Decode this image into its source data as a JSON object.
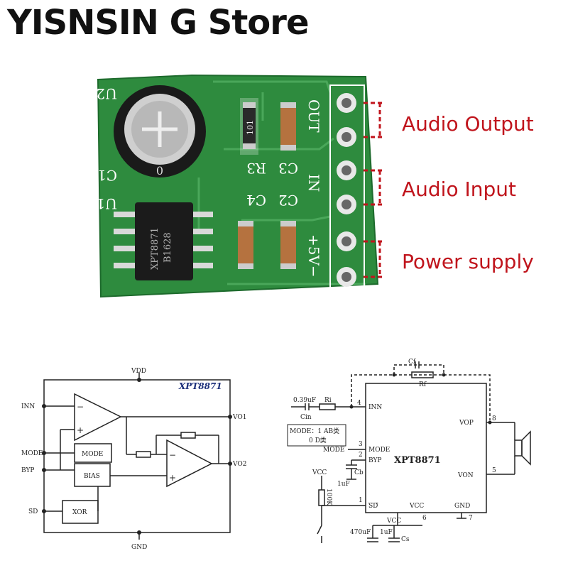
{
  "header": {
    "store_title": "YISNSIN G Store"
  },
  "board": {
    "label_u2": "U2",
    "label_c1": "C1",
    "label_u1": "U1",
    "chip_text_1": "XPT8871",
    "chip_text_2": "B1628",
    "res_code": "101",
    "label_r3": "R3",
    "label_c3": "C3",
    "label_c4": "C4",
    "label_c2": "C2",
    "label_out": "OUT",
    "label_in": "IN",
    "label_5v": "+5V−",
    "cap_mark": "0"
  },
  "callouts": {
    "audio_output": "Audio Output",
    "audio_input": "Audio Input",
    "power_supply": "Power supply",
    "accent_color": "#c0141c"
  },
  "schematic_left": {
    "title": "XPT8871",
    "vdd": "VDD",
    "gnd": "GND",
    "inn": "INN",
    "mode": "MODE",
    "byp": "BYP",
    "sd": "SD",
    "vo1": "VO1",
    "vo2": "VO2",
    "mode_box": "MODE",
    "bias_box": "BIAS",
    "xor_box": "XOR",
    "minus": "−",
    "plus": "+"
  },
  "schematic_right": {
    "chip": "XPT8871",
    "cf": "Cf",
    "rf": "Rf",
    "cin_val": "0.39uF",
    "cin": "Cin",
    "ri": "Ri",
    "pin_inn": "INN",
    "pin4": "4",
    "mode_note_1": "MODE：1 AB类",
    "mode_note_2": "0  D类",
    "mode_label": "MODE",
    "pin3": "3",
    "pin_mode": "MODE",
    "pin2": "2",
    "pin_byp": "BYP",
    "cb": "Cb",
    "cb_val": "1uF",
    "vcc_left": "VCC",
    "r100k": "100K",
    "pin1": "1",
    "pin_sd": "SD",
    "pin_vcc": "VCC",
    "pin_gnd": "GND",
    "pin7": "7",
    "pin6": "6",
    "vcc_bottom": "VCC",
    "c470": "470uF",
    "c1u": "1uF",
    "cs": "Cs",
    "pin_vop": "VOP",
    "pin8": "8",
    "pin_von": "VON",
    "pin5": "5"
  }
}
